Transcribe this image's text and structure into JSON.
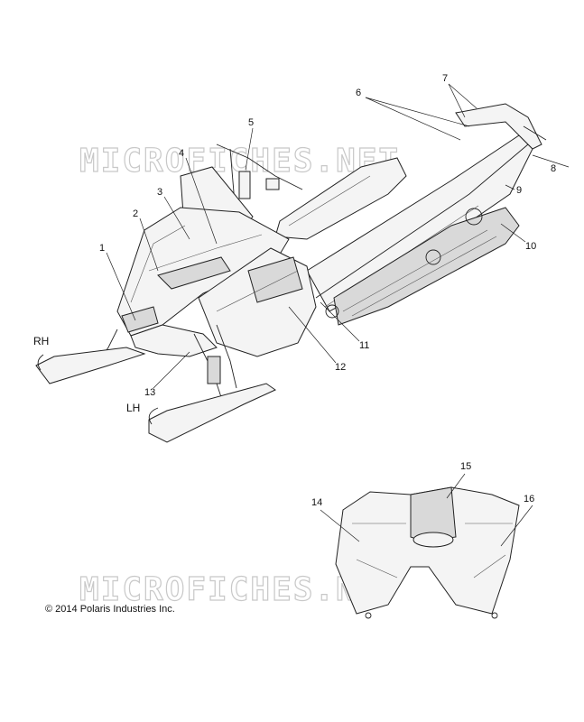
{
  "watermark": "MICROFICHES.NET",
  "copyright": "© 2014 Polaris Industries Inc.",
  "side_labels": {
    "rh": "RH",
    "lh": "LH"
  },
  "callouts": [
    "1",
    "2",
    "3",
    "4",
    "5",
    "6",
    "7",
    "8",
    "9",
    "10",
    "11",
    "12",
    "13",
    "14",
    "15",
    "16"
  ]
}
